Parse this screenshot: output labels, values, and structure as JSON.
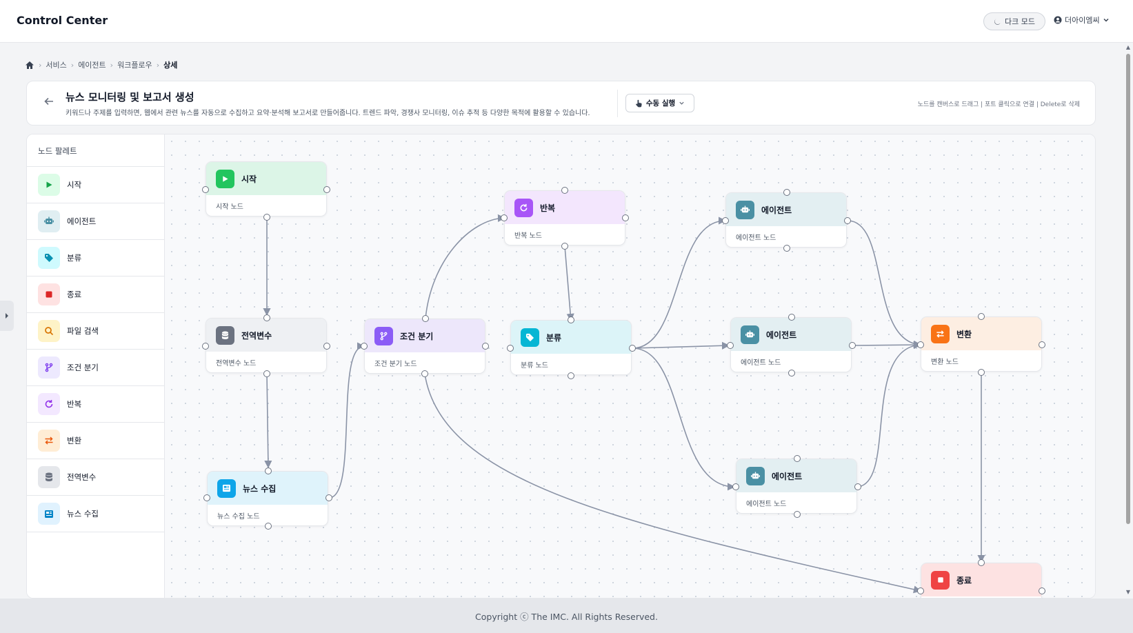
{
  "app": {
    "title": "Control Center"
  },
  "topbar": {
    "dark_mode_label": "다크 모드",
    "user_name": "더아이엠씨"
  },
  "breadcrumb": {
    "items": [
      "서비스",
      "에이전트",
      "워크플로우"
    ],
    "current": "상세"
  },
  "workflow": {
    "title": "뉴스 모니터링 및 보고서 생성",
    "description": "키워드나 주제를 입력하면, 웹에서 관련 뉴스를 자동으로 수집하고 요약·분석해 보고서로 만들어줍니다. 트렌드 파악, 경쟁사 모니터링, 이슈 추적 등 다양한 목적에 활용할 수 있습니다.",
    "run_button": "수동 실행",
    "hint": "노드를 캔버스로 드래그 | 포트 클릭으로 연결 | Delete로 삭제"
  },
  "palette": {
    "title": "노드 팔레트",
    "items": [
      {
        "label": "시작",
        "icon": "play-icon"
      },
      {
        "label": "에이전트",
        "icon": "robot-icon"
      },
      {
        "label": "분류",
        "icon": "tag-icon"
      },
      {
        "label": "종료",
        "icon": "stop-icon"
      },
      {
        "label": "파일 검색",
        "icon": "search-icon"
      },
      {
        "label": "조건 분기",
        "icon": "branch-icon"
      },
      {
        "label": "반복",
        "icon": "refresh-icon"
      },
      {
        "label": "변환",
        "icon": "swap-icon"
      },
      {
        "label": "전역변수",
        "icon": "database-icon"
      },
      {
        "label": "뉴스 수집",
        "icon": "news-icon"
      }
    ]
  },
  "nodes": {
    "start": {
      "title": "시작",
      "subtitle": "시작 노드"
    },
    "global_var": {
      "title": "전역변수",
      "subtitle": "전역변수 노드"
    },
    "news": {
      "title": "뉴스 수집",
      "subtitle": "뉴스 수집 노드"
    },
    "branch": {
      "title": "조건 분기",
      "subtitle": "조건 분기 노드"
    },
    "loop": {
      "title": "반복",
      "subtitle": "반복 노드"
    },
    "classify": {
      "title": "분류",
      "subtitle": "분류 노드"
    },
    "agent1": {
      "title": "에이전트",
      "subtitle": "에이전트 노드"
    },
    "agent2": {
      "title": "에이전트",
      "subtitle": "에이전트 노드"
    },
    "agent3": {
      "title": "에이전트",
      "subtitle": "에이전트 노드"
    },
    "transform": {
      "title": "변환",
      "subtitle": "변환 노드"
    },
    "end": {
      "title": "종료"
    }
  },
  "colors": {
    "start": "#22c55e",
    "agent": "#4a90a4",
    "classify": "#06b6d4",
    "end": "#ef4444",
    "search": "#f59e0b",
    "branch": "#8b5cf6",
    "loop": "#a855f7",
    "transform": "#f97316",
    "global_var": "#6b7280",
    "news": "#0ea5e9",
    "edge": "#8a93a6"
  },
  "footer": {
    "copyright": "Copyright ⓒ The IMC. All Rights Reserved."
  }
}
